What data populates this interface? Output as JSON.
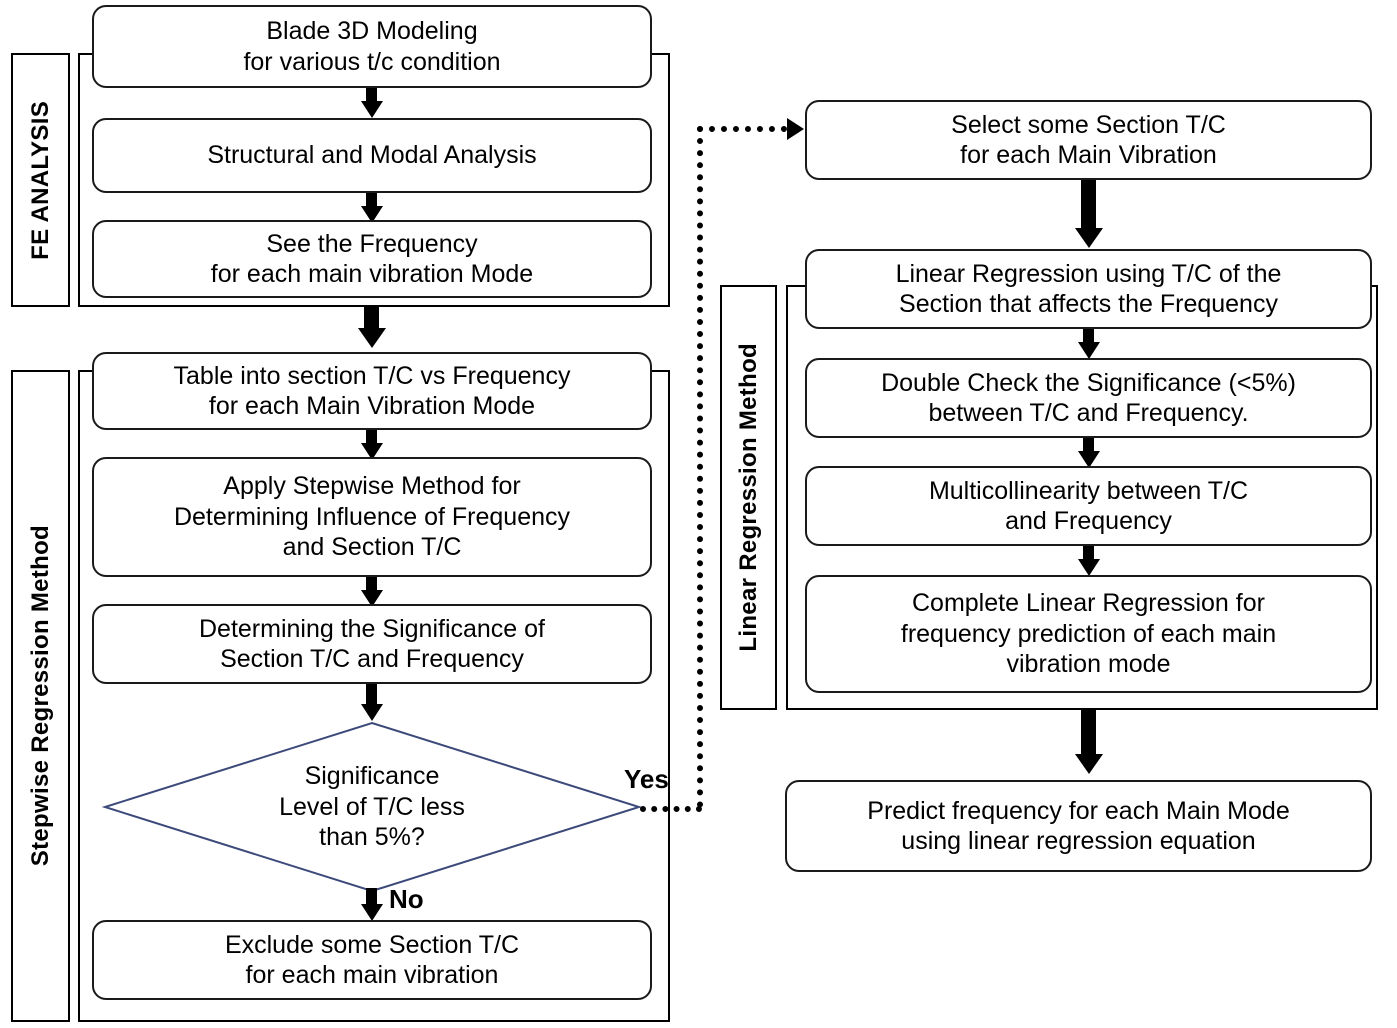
{
  "diagram": {
    "title": "Blade frequency prediction methodology flowchart",
    "colors": {
      "stroke": "#000000",
      "node_border": "#1a1a1a",
      "diamond_border": "#3b4a7a",
      "background": "#ffffff"
    },
    "groups": [
      {
        "id": "fe-analysis",
        "label": "FE ANALYSIS"
      },
      {
        "id": "stepwise",
        "label": "Stepwise Regression Method"
      },
      {
        "id": "linear",
        "label": "Linear Regression Method"
      }
    ],
    "nodes": {
      "blade_modeling": {
        "line1": "Blade 3D Modeling",
        "line2": "for various t/c condition"
      },
      "structural_modal": {
        "line1": "Structural and Modal Analysis",
        "line2": ""
      },
      "see_frequency": {
        "line1": "See the Frequency",
        "line2": "for each main vibration Mode"
      },
      "table_section": {
        "line1": "Table into section T/C vs Frequency",
        "line2": "for each Main Vibration Mode"
      },
      "apply_stepwise": {
        "line1": "Apply Stepwise Method for",
        "line2": "Determining Influence of Frequency",
        "line3": "and Section T/C"
      },
      "determining_significance": {
        "line1": "Determining the Significance of",
        "line2": "Section T/C and Frequency"
      },
      "decision": {
        "line1": "Significance",
        "line2": "Level of T/C less",
        "line3": "than 5%?"
      },
      "exclude_section": {
        "line1": "Exclude some Section T/C",
        "line2": "for each main vibration"
      },
      "select_section": {
        "line1": "Select some Section T/C",
        "line2": "for each Main Vibration"
      },
      "linear_regression": {
        "line1": "Linear Regression using T/C of the",
        "line2": "Section that affects the Frequency"
      },
      "double_check": {
        "line1": "Double Check the Significance (<5%)",
        "line2": "between T/C and Frequency."
      },
      "multicollinearity": {
        "line1": "Multicollinearity between T/C",
        "line2": "and Frequency"
      },
      "complete_regression": {
        "line1": "Complete Linear Regression for",
        "line2": "frequency prediction of each main",
        "line3": "vibration mode"
      },
      "predict_frequency": {
        "line1": "Predict frequency for each Main Mode",
        "line2": "using linear regression equation"
      }
    },
    "edge_labels": {
      "yes": "Yes",
      "no": "No"
    }
  }
}
